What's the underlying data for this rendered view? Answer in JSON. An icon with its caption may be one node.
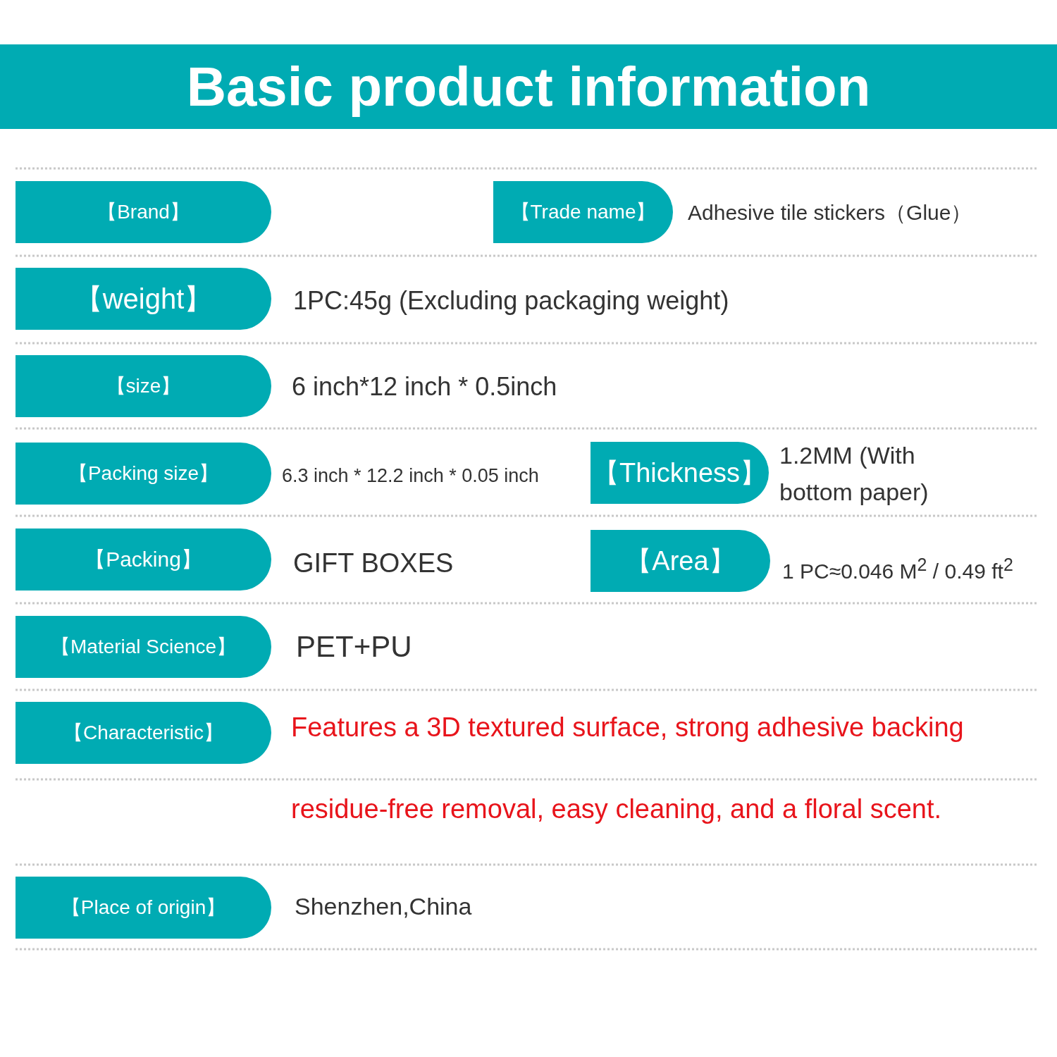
{
  "diagram": {
    "title": "Basic product information",
    "nodes": [
      {
        "text": [
          "【Brand】"
        ]
      },
      {
        "text": [
          "【Trade name】"
        ],
        "beside": [
          "Adhesive tile stickers（Glue）"
        ]
      },
      {
        "text": [
          "【weight】"
        ],
        "beside": [
          "1PC:45g (Excluding packaging weight)"
        ]
      },
      {
        "text": [
          "【size】"
        ],
        "beside": [
          "6 inch*12 inch * 0.5inch"
        ]
      },
      {
        "text": [
          "【Packing size】"
        ],
        "beside": [
          "6.3 inch * 12.2 inch * 0.05 inch"
        ]
      },
      {
        "text": [
          "【Thickness】"
        ],
        "beside": [
          "1.2MM (With bottom paper)"
        ]
      },
      {
        "text": [
          "【Packing】"
        ],
        "beside": [
          "GIFT BOXES"
        ]
      },
      {
        "text": [
          "【Area】"
        ],
        "beside": [
          "1 PC≈0.046 M$^{2}$ / 0.49 ft$^{2}$"
        ]
      },
      {
        "text": [
          "【Material Science】"
        ],
        "beside": [
          "PET+PU"
        ]
      },
      {
        "text": [
          "【Characteristic】"
        ],
        "beside": [
          "Features a 3D textured surface, strong adhesive backing residue-free removal, easy cleaning, and a floral scent."
        ]
      },
      {
        "text": [
          "【Place of origin】"
        ],
        "beside": [
          "Shenzhen,China"
        ]
      }
    ]
  }
}
